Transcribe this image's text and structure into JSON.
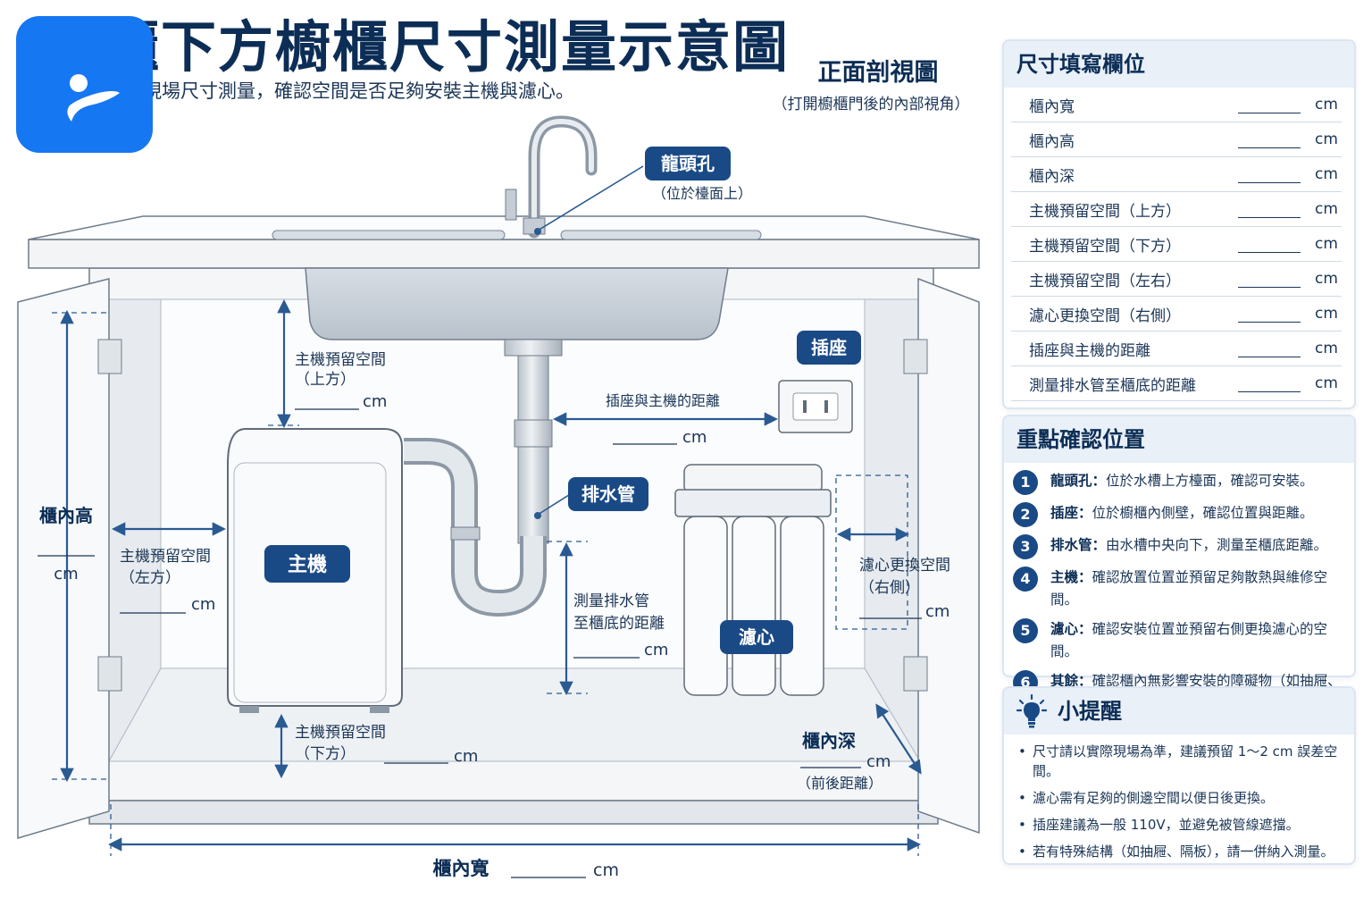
{
  "title": "櫥櫃下方櫥櫃尺寸測量示意圖",
  "subtitle": "現場尺寸測量，確認空間是否足夠安裝主機與濾心。",
  "view": {
    "title": "正面剖視圖",
    "subtitle": "（打開櫥櫃門後的內部視角）"
  },
  "diagram": {
    "faucet_hole": "龍頭孔",
    "faucet_hole_note": "（位於檯面上）",
    "outlet": "插座",
    "drain_pipe": "排水管",
    "main_unit": "主機",
    "filter": "濾心",
    "unit": "cm",
    "top_space_line1": "主機預留空間",
    "top_space_line2": "（上方）",
    "left_space_line1": "主機預留空間",
    "left_space_line2": "（左方）",
    "bottom_space_line1": "主機預留空間",
    "bottom_space_line2": "（下方）",
    "outlet_distance": "插座與主機的距離",
    "drain_line1": "測量排水管",
    "drain_line2": "至櫃底的距離",
    "filter_space_line1": "濾心更換空間",
    "filter_space_line2": "（右側）",
    "cabinet_height": "櫃內高",
    "cabinet_width": "櫃內寬",
    "cabinet_depth": "櫃內深",
    "cabinet_depth_note": "（前後距離）"
  },
  "fields_panel": {
    "title": "尺寸填寫欄位",
    "rows": [
      {
        "label": "櫃內寬",
        "unit": "cm"
      },
      {
        "label": "櫃內高",
        "unit": "cm"
      },
      {
        "label": "櫃內深",
        "unit": "cm"
      },
      {
        "label": "主機預留空間（上方）",
        "unit": "cm"
      },
      {
        "label": "主機預留空間（下方）",
        "unit": "cm"
      },
      {
        "label": "主機預留空間（左右）",
        "unit": "cm"
      },
      {
        "label": "濾心更換空間（右側）",
        "unit": "cm"
      },
      {
        "label": "插座與主機的距離",
        "unit": "cm"
      },
      {
        "label": "測量排水管至櫃底的距離",
        "unit": "cm"
      }
    ]
  },
  "points_panel": {
    "title": "重點確認位置",
    "items": [
      {
        "num": "1",
        "name": "龍頭孔：",
        "text": "位於水槽上方檯面，確認可安裝。"
      },
      {
        "num": "2",
        "name": "插座：",
        "text": "位於櫥櫃內側壁，確認位置與距離。"
      },
      {
        "num": "3",
        "name": "排水管：",
        "text": "由水槽中央向下，測量至櫃底距離。"
      },
      {
        "num": "4",
        "name": "主機：",
        "text": "確認放置位置並預留足夠散熱與維修空間。"
      },
      {
        "num": "5",
        "name": "濾心：",
        "text": "確認安裝位置並預留右側更換濾心的空間。"
      },
      {
        "num": "6",
        "name": "其餘：",
        "text": "確認櫃內無影響安裝的障礙物（如抽屜、隔板、垃圾桶等）。"
      }
    ]
  },
  "tips_panel": {
    "title": "小提醒",
    "icon": "lightbulb-icon",
    "items": [
      "尺寸請以實際現場為準，建議預留 1～2 cm 誤差空間。",
      "濾心需有足夠的側邊空間以便日後更換。",
      "插座建議為一般 110V，並避免被管線遮擋。",
      "若有特殊結構（如抽屜、隔板），請一併納入測量。"
    ]
  },
  "colors": {
    "navy": "#0c2d55",
    "badge_blue": "#1a4a86",
    "arrow_blue": "#2a5a92",
    "logo_blue": "#1677f2",
    "panel_header": "#e9f0f8"
  }
}
